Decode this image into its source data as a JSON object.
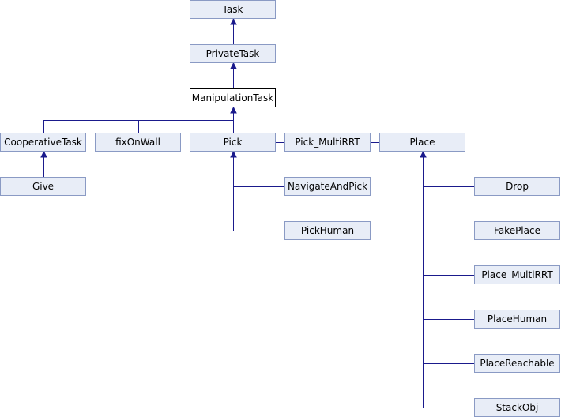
{
  "colors": {
    "node_fill": "#e8edf7",
    "node_border": "#8a9ac4",
    "current_fill": "#ffffff",
    "current_border": "#000000",
    "edge": "#1a1a8c"
  },
  "nodes": {
    "task": "Task",
    "private_task": "PrivateTask",
    "manipulation_task": "ManipulationTask",
    "cooperative_task": "CooperativeTask",
    "fix_on_wall": "fixOnWall",
    "pick": "Pick",
    "pick_multirrt": "Pick_MultiRRT",
    "place": "Place",
    "give": "Give",
    "navigate_and_pick": "NavigateAndPick",
    "pick_human": "PickHuman",
    "drop": "Drop",
    "fake_place": "FakePlace",
    "place_multirrt": "Place_MultiRRT",
    "place_human": "PlaceHuman",
    "place_reachable": "PlaceReachable",
    "stack_obj": "StackObj"
  },
  "edges": [
    [
      "private_task",
      "task"
    ],
    [
      "manipulation_task",
      "private_task"
    ],
    [
      "cooperative_task",
      "manipulation_task"
    ],
    [
      "fix_on_wall",
      "manipulation_task"
    ],
    [
      "pick",
      "manipulation_task"
    ],
    [
      "pick_multirrt",
      "manipulation_task"
    ],
    [
      "place",
      "manipulation_task"
    ],
    [
      "give",
      "cooperative_task"
    ],
    [
      "navigate_and_pick",
      "pick"
    ],
    [
      "pick_human",
      "pick"
    ],
    [
      "drop",
      "place"
    ],
    [
      "fake_place",
      "place"
    ],
    [
      "place_multirrt",
      "place"
    ],
    [
      "place_human",
      "place"
    ],
    [
      "place_reachable",
      "place"
    ],
    [
      "stack_obj",
      "place"
    ]
  ]
}
